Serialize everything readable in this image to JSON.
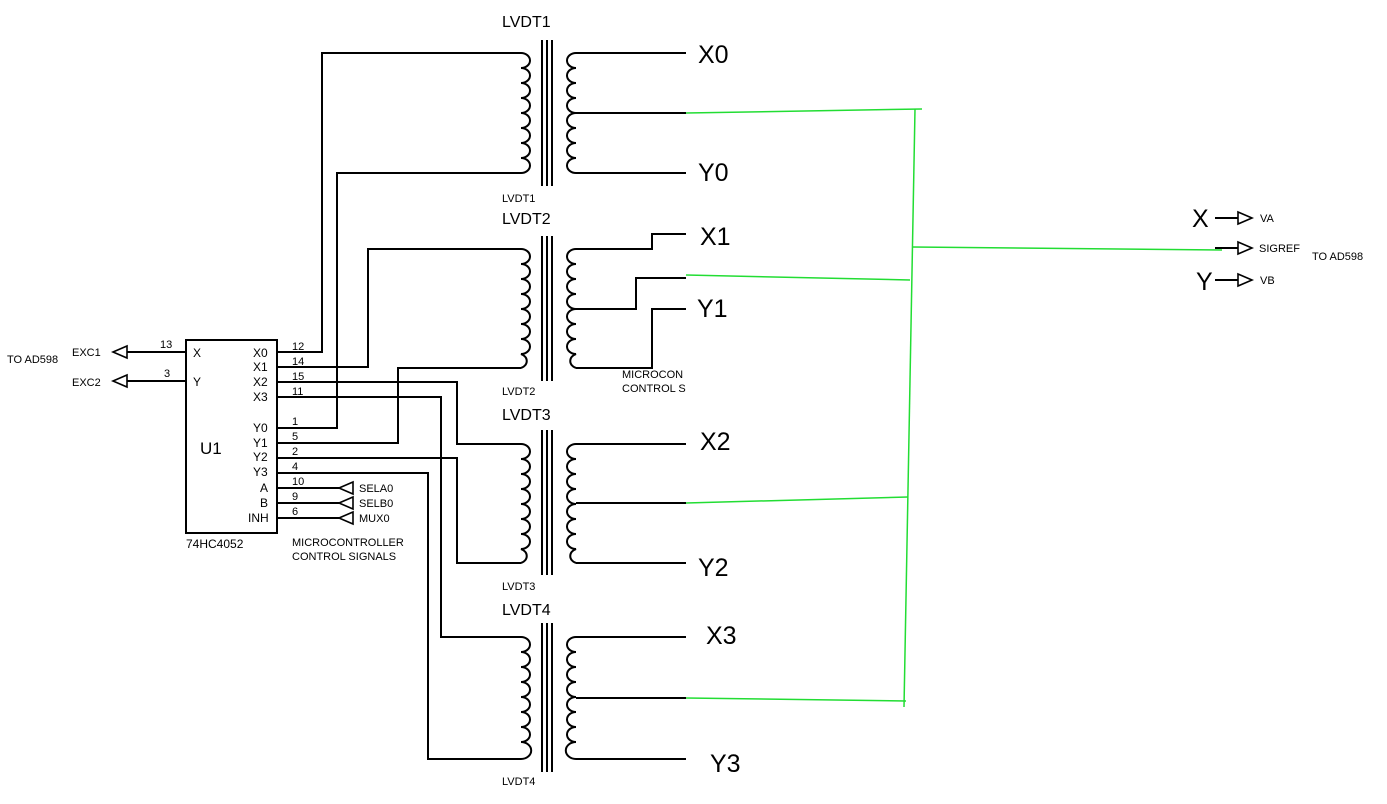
{
  "colors": {
    "x_signal": "#2b3be0",
    "y_signal": "#ea2a3a",
    "ground_wire": "#22dd33",
    "ink": "#000000"
  },
  "mux": {
    "ref": "U1",
    "part": "74HC4052",
    "pins_left": [
      {
        "label": "X",
        "num": "13",
        "net": "EXC1"
      },
      {
        "label": "Y",
        "num": "3",
        "net": "EXC2"
      }
    ],
    "pins_right": [
      {
        "label": "X0",
        "num": "12"
      },
      {
        "label": "X1",
        "num": "14"
      },
      {
        "label": "X2",
        "num": "15"
      },
      {
        "label": "X3",
        "num": "11"
      },
      {
        "label": "Y0",
        "num": "1"
      },
      {
        "label": "Y1",
        "num": "5"
      },
      {
        "label": "Y2",
        "num": "2"
      },
      {
        "label": "Y3",
        "num": "4"
      },
      {
        "label": "A",
        "num": "10"
      },
      {
        "label": "B",
        "num": "9"
      },
      {
        "label": "INH",
        "num": "6"
      }
    ],
    "left_dest": "TO AD598"
  },
  "control_signals": {
    "nets": [
      "SELA0",
      "SELB0",
      "MUX0"
    ],
    "caption_line1": "MICROCONTROLLER",
    "caption_line2": "CONTROL SIGNALS",
    "clipped_line1": "MICROCON",
    "clipped_line2": "CONTROL S"
  },
  "lvdts": [
    {
      "title": "LVDT1",
      "ref": "LVDT1",
      "x_out": "X0",
      "y_out": "Y0"
    },
    {
      "title": "LVDT2",
      "ref": "LVDT2",
      "x_out": "X1",
      "y_out": "Y1"
    },
    {
      "title": "LVDT3",
      "ref": "LVDT3",
      "x_out": "X2",
      "y_out": "Y2"
    },
    {
      "title": "LVDT4",
      "ref": "LVDT4",
      "x_out": "X3",
      "y_out": "Y3"
    }
  ],
  "output_ports": {
    "x_label": "X",
    "y_label": "Y",
    "nets": [
      "VA",
      "SIGREF",
      "VB"
    ],
    "dest": "TO AD598"
  }
}
